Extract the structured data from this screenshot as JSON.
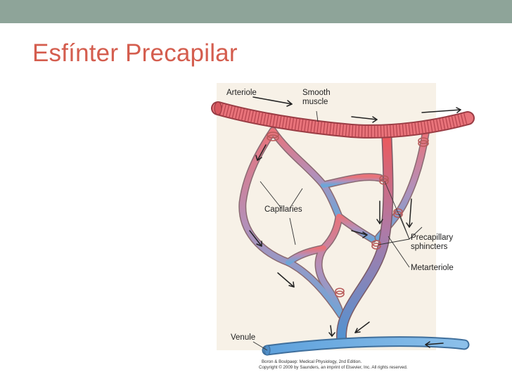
{
  "slide": {
    "title": "Esfínter Precapilar",
    "accent_color": "#d45d4e",
    "band_color": "#8ea499"
  },
  "diagram": {
    "labels": {
      "arteriole": "Arteriole",
      "smooth_muscle_1": "Smooth",
      "smooth_muscle_2": "muscle",
      "capillaries": "Capillaries",
      "precapillary_1": "Precapillary",
      "precapillary_2": "sphincters",
      "metarteriole": "Metarteriole",
      "venule": "Venule"
    },
    "credit_line_1": "Boron & Boulpaep: Medical Physiology, 2nd Edition.",
    "credit_line_2": "Copyright © 2009 by Saunders, an imprint of Elsevier, Inc. All rights reserved.",
    "colors": {
      "arterial": "#e8737a",
      "venous": "#6da6d8",
      "background": "#f7f1e7"
    }
  }
}
